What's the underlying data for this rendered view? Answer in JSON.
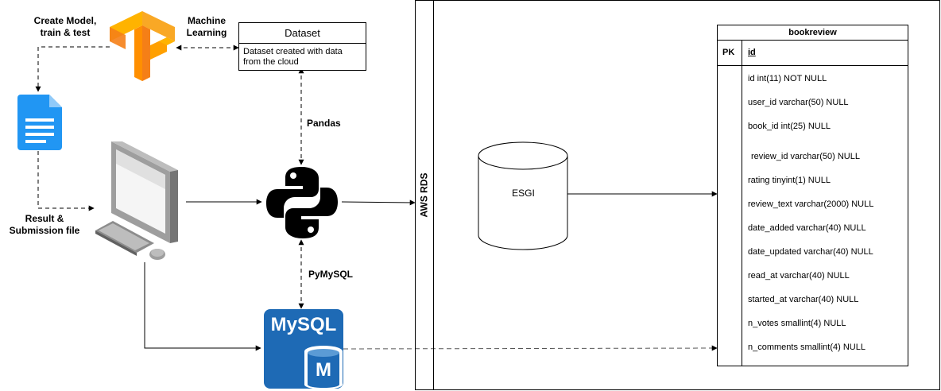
{
  "labels": {
    "create_model": "Create Model,\ntrain & test",
    "machine_learning": "Machine\nLearning",
    "result": "Result &\nSubmission file",
    "pandas": "Pandas",
    "pymysql": "PyMySQL",
    "aws_rds": "AWS RDS"
  },
  "dataset": {
    "title": "Dataset",
    "description": "Dataset created with data\nfrom the cloud"
  },
  "db_cylinder": {
    "label": "ESGI"
  },
  "mysql_logo": {
    "text": "MySQL",
    "letter": "M"
  },
  "table": {
    "name": "bookreview",
    "pk_label": "PK",
    "pk_field": "id",
    "fields": [
      "id int(11) NOT NULL",
      "user_id varchar(50) NULL",
      "book_id int(25) NULL",
      "review_id varchar(50) NULL",
      "rating tinyint(1) NULL",
      "review_text varchar(2000) NULL",
      "date_added varchar(40) NULL",
      "date_updated varchar(40) NULL",
      "read_at varchar(40) NULL",
      "started_at varchar(40) NULL",
      "n_votes smallint(4) NULL",
      "n_comments smallint(4) NULL"
    ]
  },
  "colors": {
    "tensorflow_orange": "#F9A825",
    "doc_blue": "#2196F3",
    "mysql_blue": "#1E6AB5",
    "python_black": "#000000",
    "monitor_gray": "#8C8C8C"
  }
}
